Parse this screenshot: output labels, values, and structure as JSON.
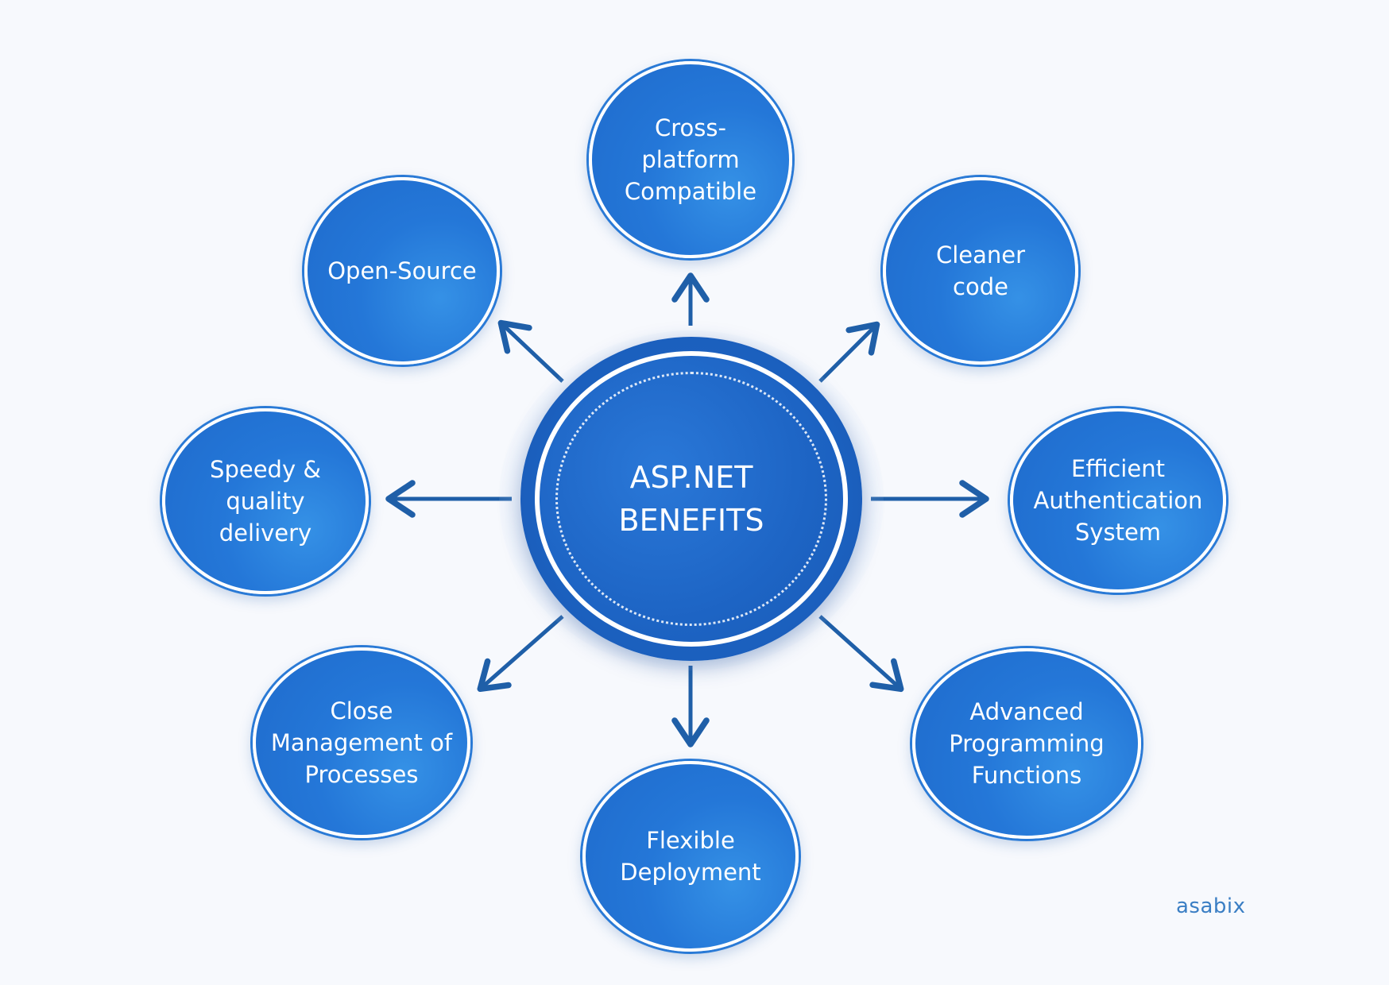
{
  "center": {
    "title": "ASP.NET\nBENEFITS"
  },
  "benefits": [
    {
      "id": "cross-platform",
      "label": "Cross-\nplatform\nCompatible"
    },
    {
      "id": "cleaner-code",
      "label": "Cleaner\ncode"
    },
    {
      "id": "efficient-authentication",
      "label": "Efficient\nAuthentication\nSystem"
    },
    {
      "id": "advanced-programming",
      "label": "Advanced\nProgramming\nFunctions"
    },
    {
      "id": "flexible-deployment",
      "label": "Flexible\nDeployment"
    },
    {
      "id": "close-management",
      "label": "Close\nManagement of\nProcesses"
    },
    {
      "id": "speedy-delivery",
      "label": "Speedy &\nquality\ndelivery"
    },
    {
      "id": "open-source",
      "label": "Open-Source"
    }
  ],
  "brand": "asabix",
  "colors": {
    "background": "#f7f9fd",
    "bubble": "#2477d8",
    "hub": "#1b5fbd",
    "arrow": "#1f5fa8",
    "brand": "#3a7ec4"
  }
}
